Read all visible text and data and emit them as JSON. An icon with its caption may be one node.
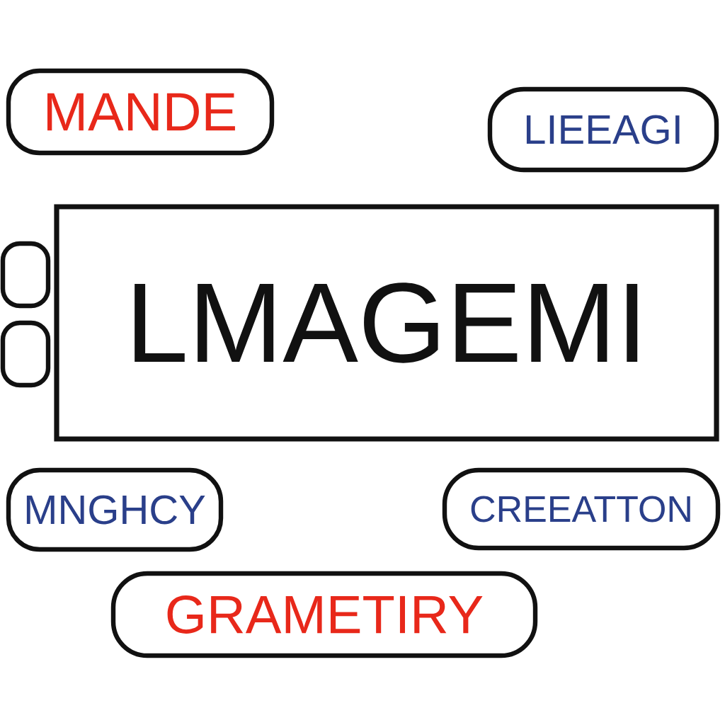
{
  "diagram": {
    "nodes": [
      {
        "text": [
          "MANDE"
        ]
      },
      {
        "text": [
          "LIEEAGI"
        ]
      },
      {
        "text": [
          "LMAGEMI"
        ]
      },
      {
        "text": [],
        "shape": "box"
      },
      {
        "text": [],
        "shape": "box"
      },
      {
        "text": [
          "MNGHCY"
        ]
      },
      {
        "text": [
          "CREEATTON"
        ]
      },
      {
        "text": [
          "GRAMETIRY"
        ]
      }
    ]
  }
}
